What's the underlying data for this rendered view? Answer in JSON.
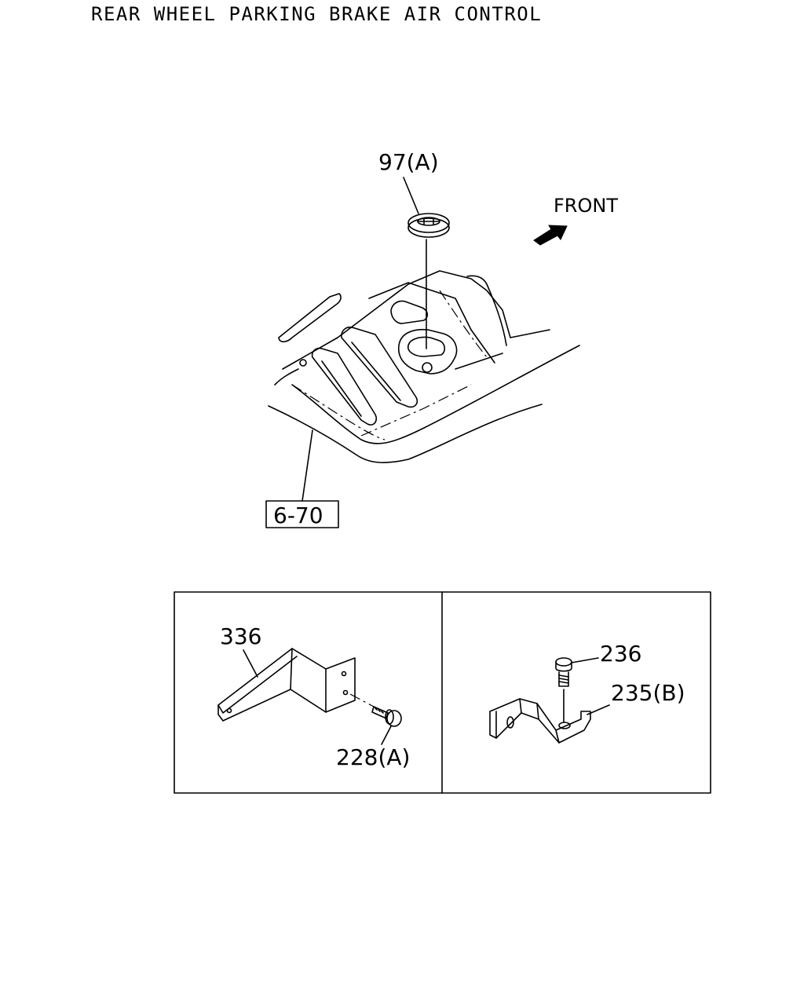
{
  "title": "REAR WHEEL PARKING BRAKE AIR CONTROL",
  "labels": {
    "grommet": "97(A)",
    "front": "FRONT",
    "ref_box": "6-70",
    "bracket_left": "336",
    "bolt_left": "228(A)",
    "bolt_right": "236",
    "bracket_right": "235(B)"
  }
}
